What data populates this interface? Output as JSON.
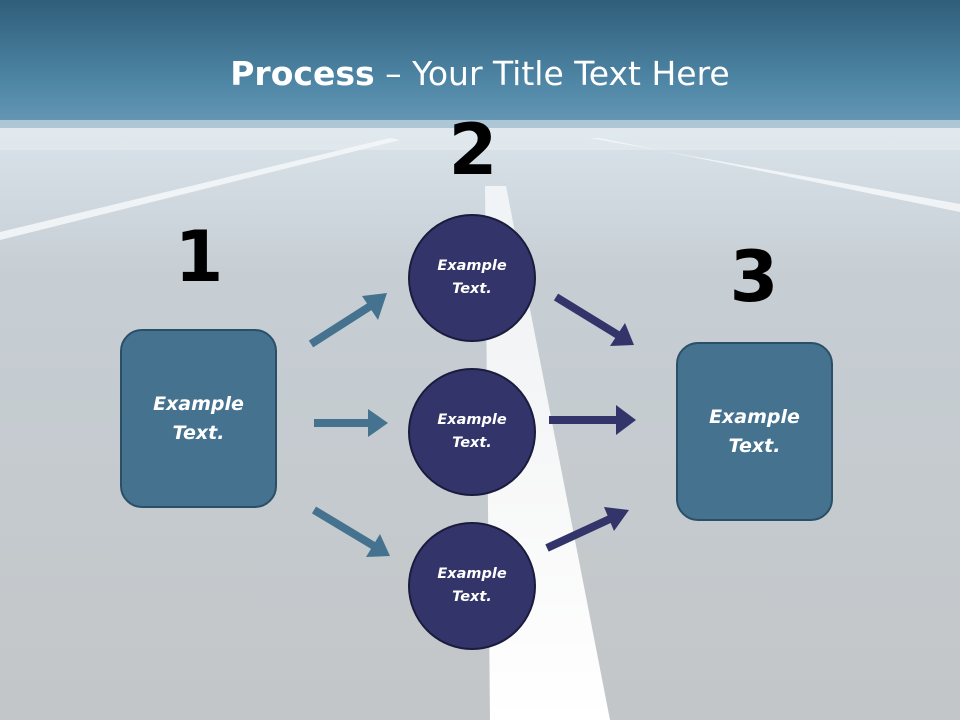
{
  "slide": {
    "title_bold": "Process",
    "title_rest": " – Your Title Text Here"
  },
  "steps": {
    "one": {
      "number": "1",
      "label": "Example\nText."
    },
    "two": {
      "number": "2"
    },
    "three": {
      "number": "3",
      "label": "Example\nText."
    }
  },
  "circles": [
    {
      "label": "Example\nText."
    },
    {
      "label": "Example\nText."
    },
    {
      "label": "Example\nText."
    }
  ],
  "colors": {
    "box_fill": "#44728f",
    "circle_fill": "#33346a",
    "arrow_left": "#44728f",
    "arrow_right": "#33346a"
  }
}
